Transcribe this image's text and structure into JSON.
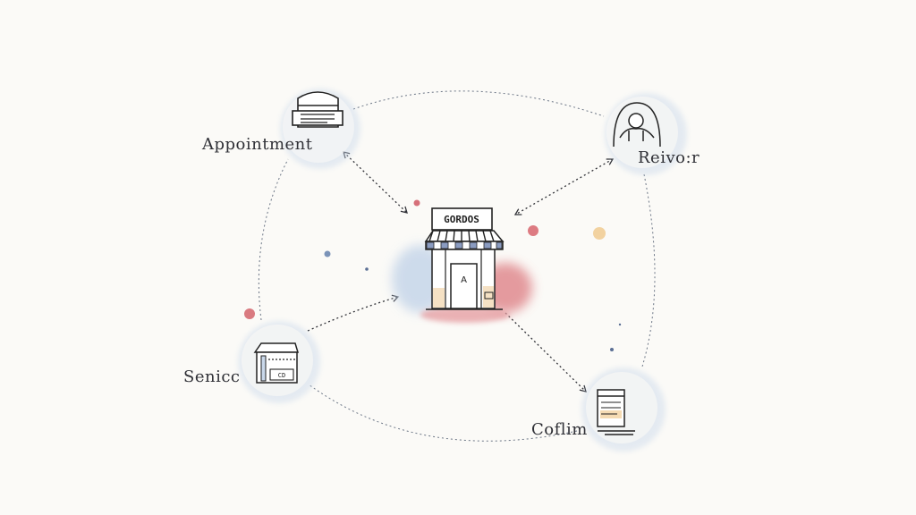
{
  "diagram": {
    "center": {
      "sign": "GORDOS",
      "door_mark": "A"
    },
    "nodes": {
      "appointment": {
        "label": "Appointment"
      },
      "review": {
        "label": "Reivo:r"
      },
      "service": {
        "label": "Senicc",
        "icon_text": "CD"
      },
      "confirm": {
        "label": "Coflim"
      }
    }
  },
  "icons": {
    "center": "storefront-icon",
    "appointment": "calendar-icon",
    "review": "person-icon",
    "service": "shop-icon",
    "confirm": "document-icon"
  },
  "colors": {
    "ink": "#2f3036",
    "watercolor_blue": "#c9d8ea",
    "watercolor_red": "#e08a8f",
    "watercolor_yellow": "#f2d2a0",
    "awning_blue": "#8a9bc0",
    "background": "#fbfaf7"
  }
}
